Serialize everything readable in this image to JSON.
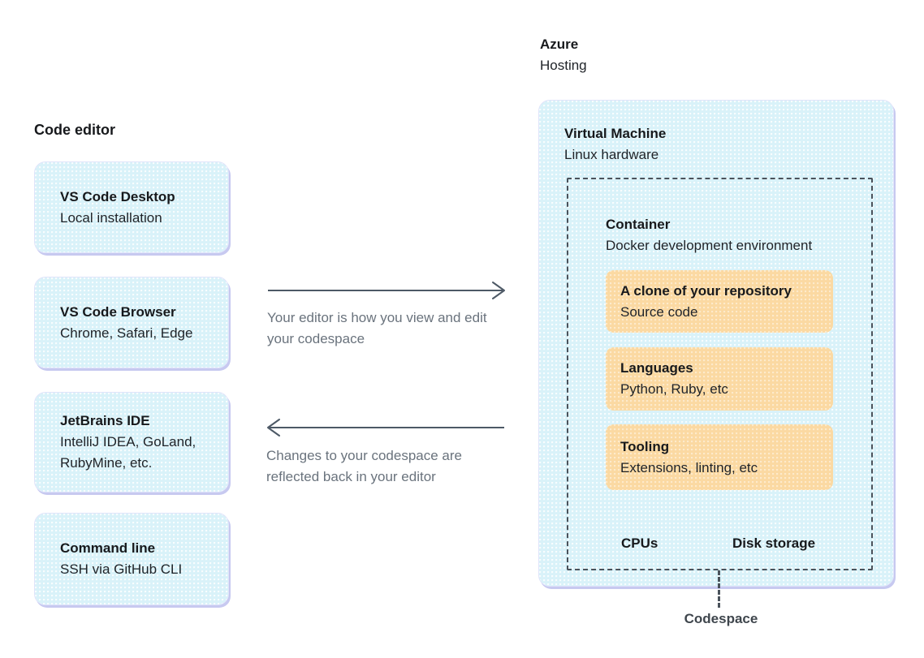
{
  "code_editor": {
    "title": "Code editor",
    "boxes": [
      {
        "title": "VS Code Desktop",
        "subtitle": "Local installation"
      },
      {
        "title": "VS Code Browser",
        "subtitle": "Chrome, Safari, Edge"
      },
      {
        "title": "JetBrains IDE",
        "subtitle": "IntelliJ IDEA, GoLand, RubyMine, etc."
      },
      {
        "title": "Command line",
        "subtitle": "SSH via GitHub CLI"
      }
    ]
  },
  "flow": {
    "to_codespace_caption": "Your editor is how you view and edit your codespace",
    "from_codespace_caption": "Changes to your codespace are reflected back in your editor"
  },
  "hosting": {
    "title": "Azure",
    "subtitle": "Hosting",
    "vm": {
      "title": "Virtual Machine",
      "subtitle": "Linux hardware"
    },
    "container": {
      "title": "Container",
      "subtitle": "Docker development environment",
      "boxes": [
        {
          "title": "A clone of your repository",
          "subtitle": "Source code"
        },
        {
          "title": "Languages",
          "subtitle": "Python, Ruby, etc"
        },
        {
          "title": "Tooling",
          "subtitle": "Extensions, linting, etc"
        }
      ],
      "resources": [
        "CPUs",
        "Disk storage"
      ]
    },
    "codespace_label": "Codespace"
  },
  "colors": {
    "blue_fill": "#d9f2f9",
    "blue_edge": "#c7c9f0",
    "orange_fill": "#fbd9a2",
    "dashed_border": "#4a525b",
    "arrow": "#4d5966",
    "caption_text": "#6a737d",
    "title_text": "#17191c"
  }
}
